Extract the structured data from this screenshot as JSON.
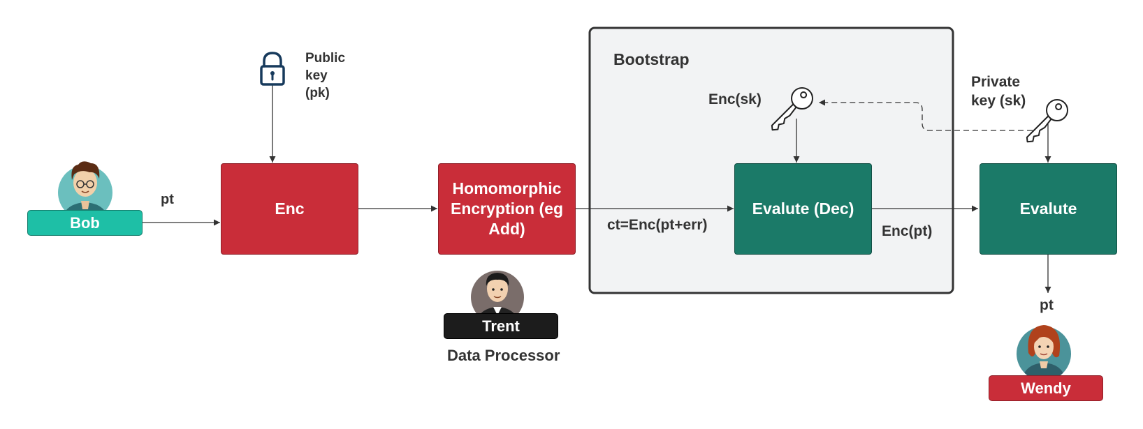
{
  "colors": {
    "enc_red": "#c92d39",
    "eval_green": "#1b7a68",
    "bob_teal": "#1ebfa6",
    "trent_black": "#1c1c1c",
    "wendy_red": "#c92d39",
    "bootstrap_fill": "#f2f3f4",
    "text_dark": "#333333"
  },
  "actors": {
    "bob": {
      "name": "Bob",
      "edge_label": "pt"
    },
    "trent": {
      "name": "Trent",
      "role": "Data Processor"
    },
    "wendy": {
      "name": "Wendy",
      "edge_label": "pt"
    }
  },
  "nodes": {
    "enc": {
      "label": "Enc"
    },
    "homomorphic": {
      "label": "Homomorphic\nEncryption (eg\nAdd)"
    },
    "bootstrap": {
      "label": "Bootstrap"
    },
    "evaluate_dec": {
      "label": "Evalute (Dec)"
    },
    "evaluate": {
      "label": "Evalute"
    }
  },
  "keys": {
    "public": {
      "label": "Public\nkey\n(pk)",
      "icon": "lock-icon"
    },
    "enc_sk": {
      "label": "Enc(sk)",
      "icon": "key-icon"
    },
    "private": {
      "label": "Private\nkey (sk)",
      "icon": "key-icon"
    }
  },
  "edges": {
    "ciphertext": "ct=Enc(pt+err)",
    "enc_pt": "Enc(pt)"
  }
}
